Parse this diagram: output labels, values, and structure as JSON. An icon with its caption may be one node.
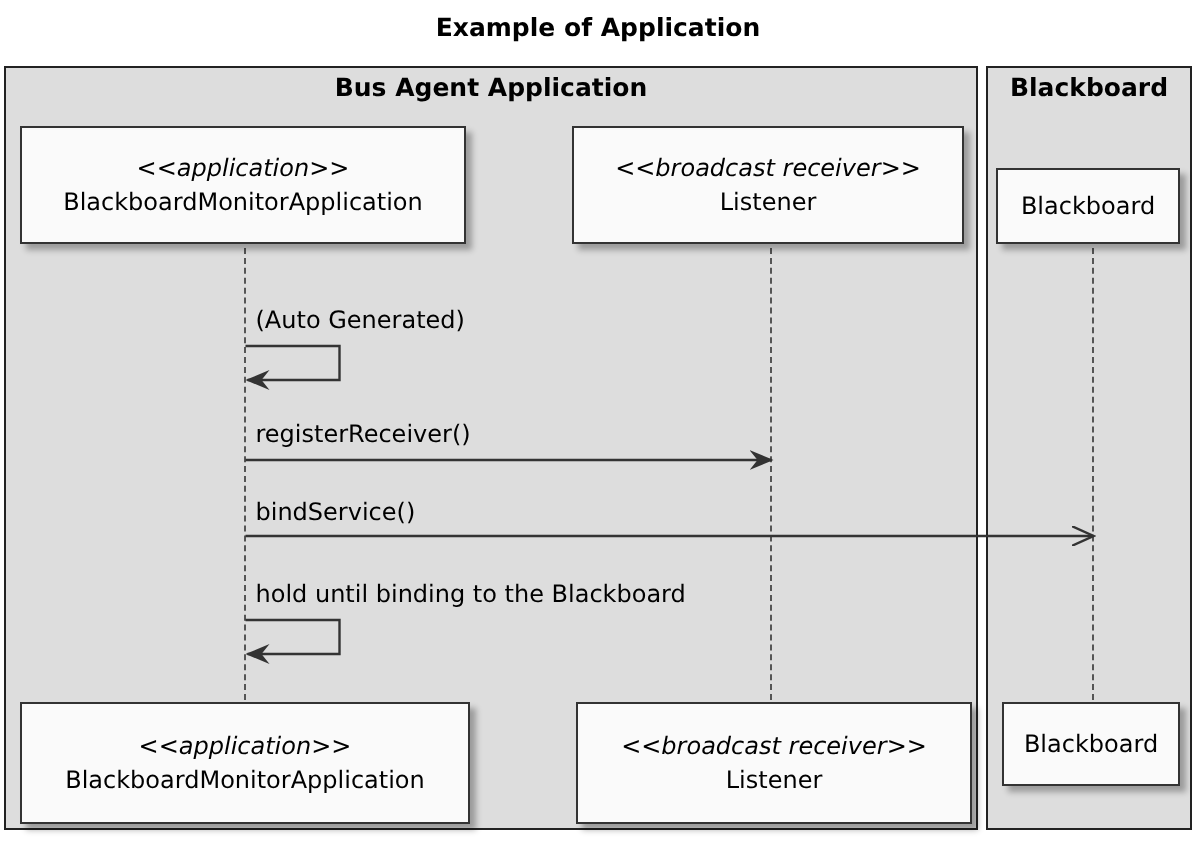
{
  "diagram": {
    "title": "Example of Application",
    "nodes": [
      {
        "text": [
          "Bus Agent Application"
        ]
      },
      {
        "text": [
          "Blackboard"
        ]
      },
      {
        "text": [
          "<<*application*>>",
          "BlackboardMonitorApplication"
        ],
        "in": 0
      },
      {
        "text": [
          "<<*broadcast receiver*>>",
          "Listener"
        ],
        "in": 0
      },
      {
        "text": [
          "Blackboard"
        ],
        "in": 1
      },
      {
        "text": [
          "<<*application*>>",
          "BlackboardMonitorApplication"
        ],
        "in": 0
      },
      {
        "text": [
          "<<*broadcast receiver*>>",
          "Listener"
        ],
        "in": 0
      },
      {
        "text": [
          "Blackboard"
        ],
        "in": 1
      },
      {
        "text": [],
        "shape": "line",
        "in": 0
      },
      {
        "text": [],
        "shape": "line",
        "in": 0
      },
      {
        "text": [],
        "shape": "line",
        "in": 1
      }
    ],
    "edges": [
      {
        "from": 8,
        "to": 8,
        "arrow": "to",
        "label": "(Auto Generated)"
      },
      {
        "from": 8,
        "to": 9,
        "arrow": "to",
        "label": "registerReceiver()"
      },
      {
        "from": 8,
        "to": 10,
        "arrow": "to",
        "label": "bindService()"
      },
      {
        "from": 8,
        "to": 8,
        "arrow": "to",
        "label": "hold until binding to the Blackboard"
      }
    ]
  }
}
